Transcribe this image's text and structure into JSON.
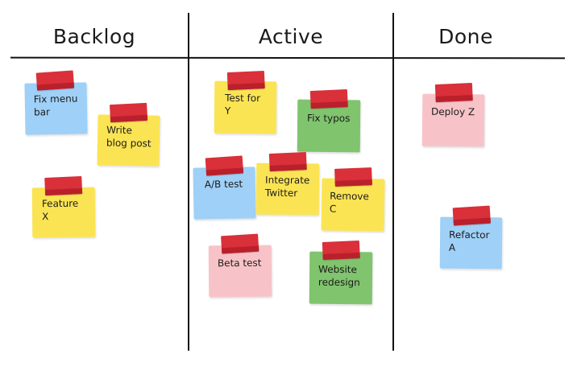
{
  "columns": [
    {
      "title": "Backlog"
    },
    {
      "title": "Active"
    },
    {
      "title": "Done"
    }
  ],
  "notes": [
    {
      "column": "Backlog",
      "text": "Fix menu\nbar",
      "color": "#9fd0f7"
    },
    {
      "column": "Backlog",
      "text": "Write\nblog post",
      "color": "#fbe454"
    },
    {
      "column": "Backlog",
      "text": "Feature\nX",
      "color": "#fbe454"
    },
    {
      "column": "Active",
      "text": "Test for\nY",
      "color": "#fbe454"
    },
    {
      "column": "Active",
      "text": "Fix typos",
      "color": "#80c46e"
    },
    {
      "column": "Active",
      "text": "A/B test",
      "color": "#9fd0f7"
    },
    {
      "column": "Active",
      "text": "Integrate\nTwitter",
      "color": "#fbe454"
    },
    {
      "column": "Active",
      "text": "Remove\nC",
      "color": "#fbe454"
    },
    {
      "column": "Active",
      "text": "Beta test",
      "color": "#f8c3c8"
    },
    {
      "column": "Active",
      "text": "Website\nredesign",
      "color": "#80c46e"
    },
    {
      "column": "Done",
      "text": "Deploy Z",
      "color": "#f8c3c8"
    },
    {
      "column": "Done",
      "text": "Refactor\nA",
      "color": "#9fd0f7"
    }
  ],
  "colors": {
    "tape": "#d9303a",
    "blue": "#9fd0f7",
    "yellow": "#fbe454",
    "green": "#80c46e",
    "pink": "#f8c3c8"
  }
}
